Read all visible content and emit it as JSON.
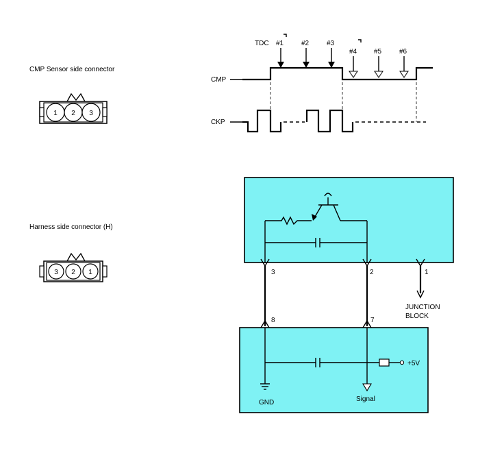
{
  "connectors": {
    "sensor": {
      "title": "CMP Sensor side connector",
      "pins": [
        "1",
        "2",
        "3"
      ]
    },
    "harness": {
      "title": "Harness side connector (H)",
      "pins": [
        "3",
        "2",
        "1"
      ]
    }
  },
  "waveform": {
    "tdc_label": "TDC",
    "cmp_label": "CMP",
    "ckp_label": "CKP",
    "markers": [
      "#1",
      "#2",
      "#3",
      "#4",
      "#5",
      "#6"
    ]
  },
  "schematic": {
    "sensor_pins": [
      "3",
      "2",
      "1"
    ],
    "ecm_pins": [
      "8",
      "7"
    ],
    "junction_label": "JUNCTION BLOCK",
    "gnd_label": "GND",
    "signal_label": "Signal",
    "supply_label": "+5V"
  }
}
